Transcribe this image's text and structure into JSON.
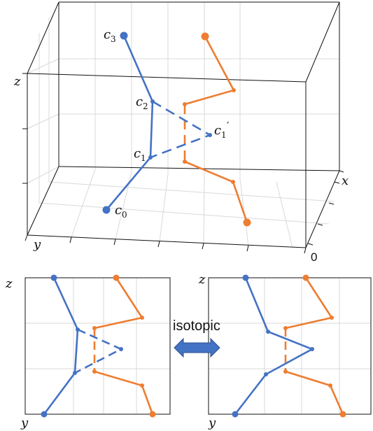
{
  "figure_3d": {
    "axis_labels": {
      "x": "x",
      "y": "y",
      "z": "z",
      "origin": "0"
    },
    "point_labels": {
      "c0": "c",
      "c0_sub": "0",
      "c1": "c",
      "c1_sub": "1",
      "c2": "c",
      "c2_sub": "2",
      "c3": "c",
      "c3_sub": "3",
      "c1p": "c",
      "c1p_sub": "1",
      "c1p_prime": "′"
    }
  },
  "panel_left": {
    "y_label": "y",
    "z_label": "z"
  },
  "panel_right": {
    "y_label": "y",
    "z_label": "z"
  },
  "relation": {
    "label": "isotopic"
  },
  "colors": {
    "blue": "#4472c4",
    "orange": "#ed7d31",
    "box": "#111111",
    "grid": "#d9d9d9"
  }
}
